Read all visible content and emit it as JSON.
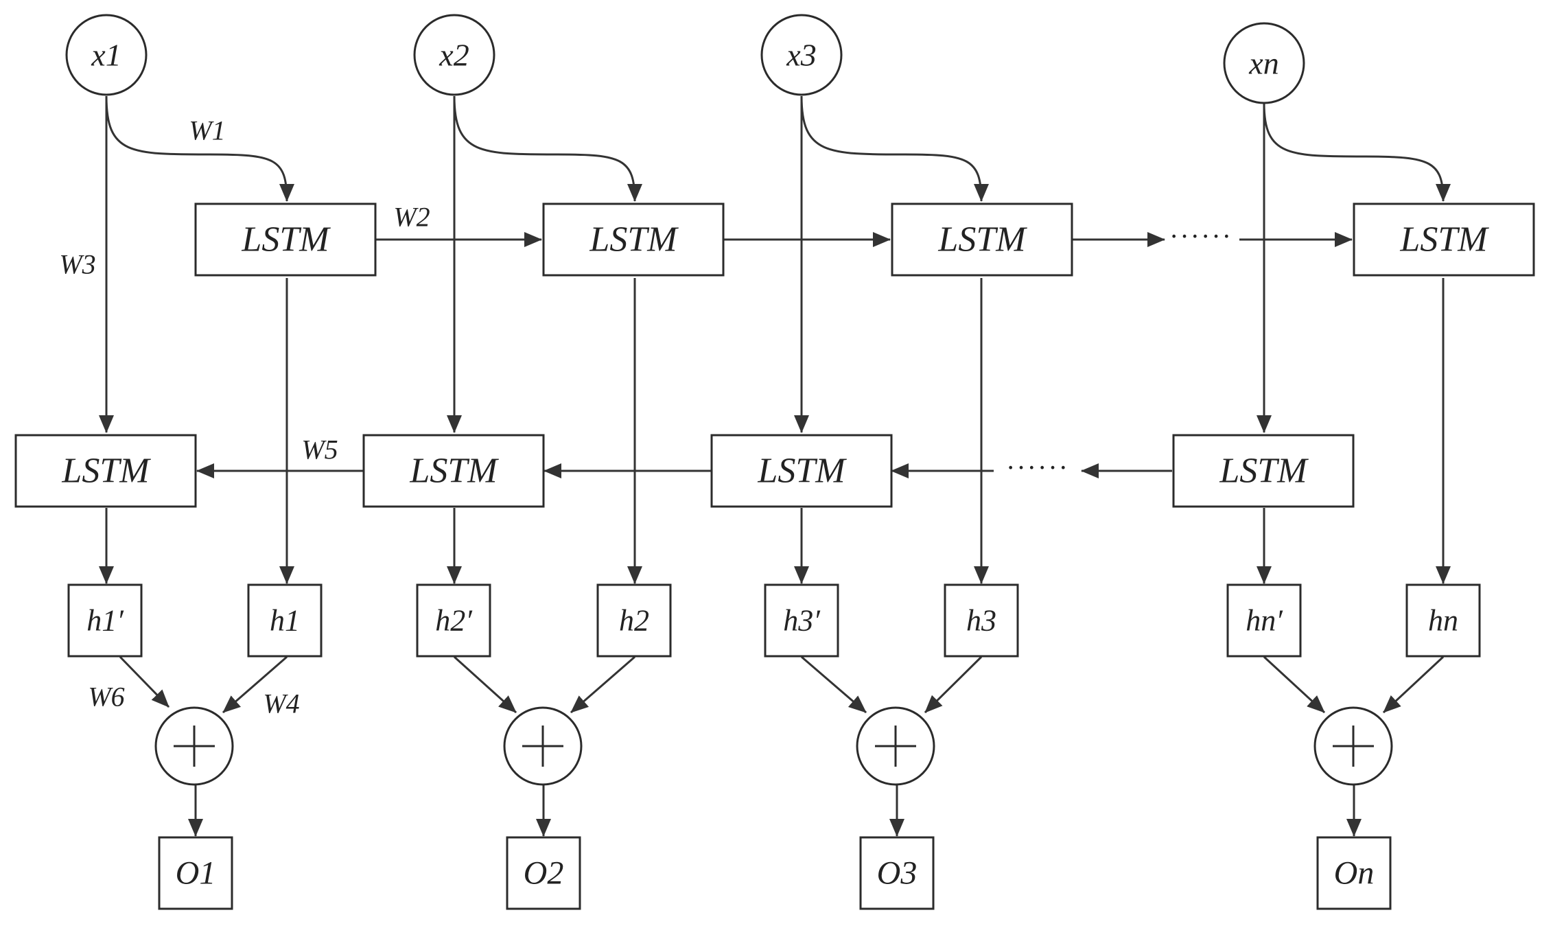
{
  "inputs": {
    "x1": "x1",
    "x2": "x2",
    "x3": "x3",
    "xn": "xn"
  },
  "forward_lstm": {
    "c1": "LSTM",
    "c2": "LSTM",
    "c3": "LSTM",
    "cn": "LSTM"
  },
  "backward_lstm": {
    "c1": "LSTM",
    "c2": "LSTM",
    "c3": "LSTM",
    "cn": "LSTM"
  },
  "hidden_backward": {
    "h1p": "h1′",
    "h2p": "h2′",
    "h3p": "h3′",
    "hnp": "hn′"
  },
  "hidden_forward": {
    "h1": "h1",
    "h2": "h2",
    "h3": "h3",
    "hn": "hn"
  },
  "outputs": {
    "o1": "O1",
    "o2": "O2",
    "o3": "O3",
    "on": "On"
  },
  "weights": {
    "w1": "W1",
    "w2": "W2",
    "w3": "W3",
    "w4": "W4",
    "w5": "W5",
    "w6": "W6"
  },
  "ellipsis": {
    "forward": "······",
    "backward": "······"
  },
  "colors": {
    "stroke": "#2b2b2b",
    "text": "#222222",
    "background": "#ffffff"
  }
}
